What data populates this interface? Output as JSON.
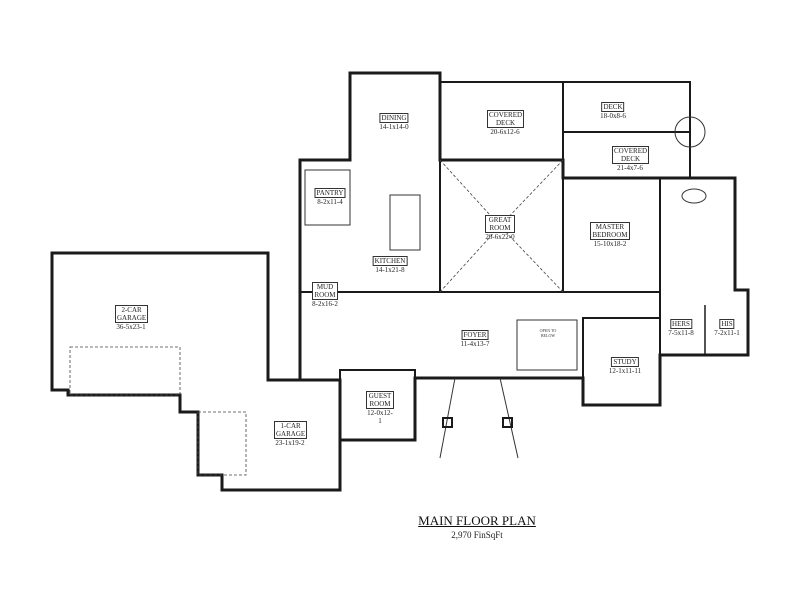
{
  "rooms": [
    {
      "name": "DINING",
      "dim": "14-1x14-0"
    },
    {
      "name": "COVERED DECK",
      "dim": "20-6x12-6"
    },
    {
      "name": "DECK",
      "dim": "18-0x8-6"
    },
    {
      "name": "COVERED DECK",
      "dim": "21-4x7-6"
    },
    {
      "name": "PANTRY",
      "dim": "8-2x11-4"
    },
    {
      "name": "KITCHEN",
      "dim": "14-1x21-8"
    },
    {
      "name": "GREAT ROOM",
      "dim": "20-6x22-0"
    },
    {
      "name": "MASTER BEDROOM",
      "dim": "15-10x18-2"
    },
    {
      "name": "MUD ROOM",
      "dim": "8-2x16-2"
    },
    {
      "name": "2-CAR GARAGE",
      "dim": "36-5x23-1"
    },
    {
      "name": "FOYER",
      "dim": "11-4x13-7"
    },
    {
      "name": "STUDY",
      "dim": "12-1x11-11"
    },
    {
      "name": "HERS",
      "dim": "7-5x11-8"
    },
    {
      "name": "HIS",
      "dim": "7-2x11-1"
    },
    {
      "name": "GUEST ROOM",
      "dim": "12-0x12-1"
    },
    {
      "name": "1-CAR GARAGE",
      "dim": "23-1x19-2"
    }
  ],
  "open_to_below": "OPEN TO BELOW",
  "title": "MAIN FLOOR PLAN",
  "subtitle": "2,970 FinSqFt"
}
